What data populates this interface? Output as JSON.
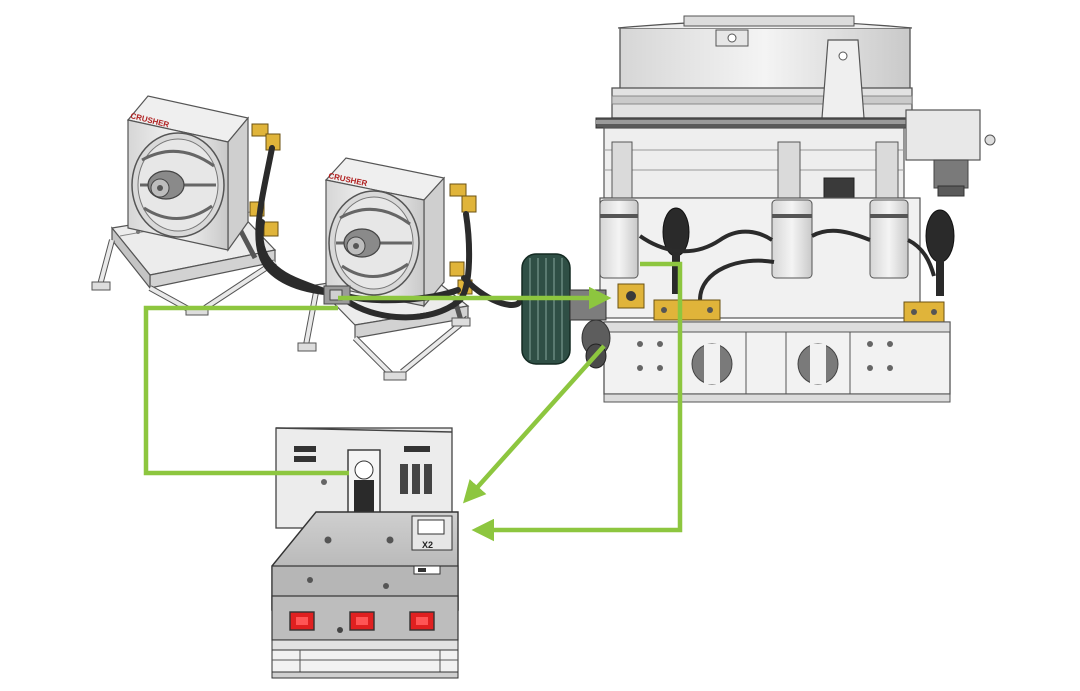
{
  "diagram": {
    "components": {
      "oil_cooler_1": {
        "logo_text": "CRUSHER"
      },
      "oil_cooler_2": {
        "logo_text": "CRUSHER"
      },
      "cone_crusher": {},
      "drive_sheave": {},
      "lube_tank": {
        "panel_label": "X2"
      }
    },
    "flows": {
      "tank_to_coolers": {
        "color": "#8dc63f"
      },
      "coolers_to_crusher": {
        "color": "#8dc63f"
      },
      "crusher_drain_to_tank": {
        "color": "#8dc63f"
      },
      "crusher_return_to_tank": {
        "color": "#8dc63f"
      }
    },
    "colors": {
      "line": "#8dc63f",
      "steel_light": "#e6e6e6",
      "steel_mid": "#bdbdbd",
      "steel_dark": "#6b6b6b",
      "hose": "#2b2b2b",
      "fitting": "#e0b43a",
      "accent_red": "#e02020",
      "sheave": "#2f4f45"
    }
  }
}
